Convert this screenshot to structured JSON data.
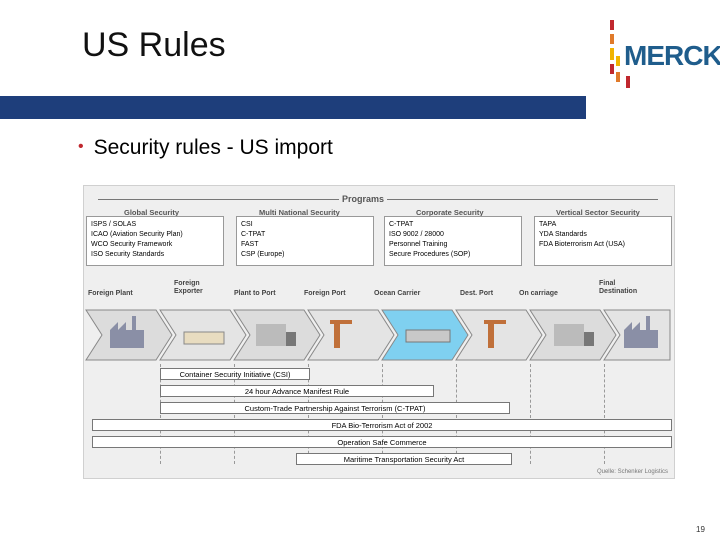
{
  "slide": {
    "title": "US Rules",
    "bullet": "Security rules - US import",
    "page_number": "19",
    "logo": {
      "text": "MERCK"
    },
    "colors": {
      "header_bar": "#1e3e7b",
      "bullet": "#c0282e",
      "logo_text": "#1f5d8c",
      "logo_bars": [
        "#c0282e",
        "#e07a2a",
        "#f0b400"
      ]
    }
  },
  "diagram": {
    "programs_label": "Programs",
    "sections": [
      "Global Security",
      "Multi National Security",
      "Corporate Security",
      "Vertical Sector Security"
    ],
    "boxes": [
      [
        "ISPS / SOLAS",
        "ICAO (Aviation Security Plan)",
        "WCO Security Framework",
        "ISO Security Standards"
      ],
      [
        "CSI",
        "C-TPAT",
        "FAST",
        "CSP (Europe)"
      ],
      [
        "C-TPAT",
        "ISO 9002 / 28000",
        "Personnel Training",
        "Secure Procedures (SOP)"
      ],
      [
        "TAPA",
        "YDA Standards",
        "FDA Bioterrorism Act (USA)"
      ]
    ],
    "stages": [
      "Foreign Plant",
      "Foreign Exporter",
      "Plant to Port",
      "Foreign Port",
      "Ocean Carrier",
      "Dest. Port",
      "On carriage",
      "Final Destination"
    ],
    "rules": [
      "Container Security Initiative (CSI)",
      "24 hour Advance Manifest Rule",
      "Custom-Trade Partnership Against Terrorism (C-TPAT)",
      "FDA Bio-Terrorism Act of 2002",
      "Operation Safe Commerce",
      "Maritime Transportation Security Act"
    ],
    "source": "Quelle: Schenker Logistics"
  }
}
